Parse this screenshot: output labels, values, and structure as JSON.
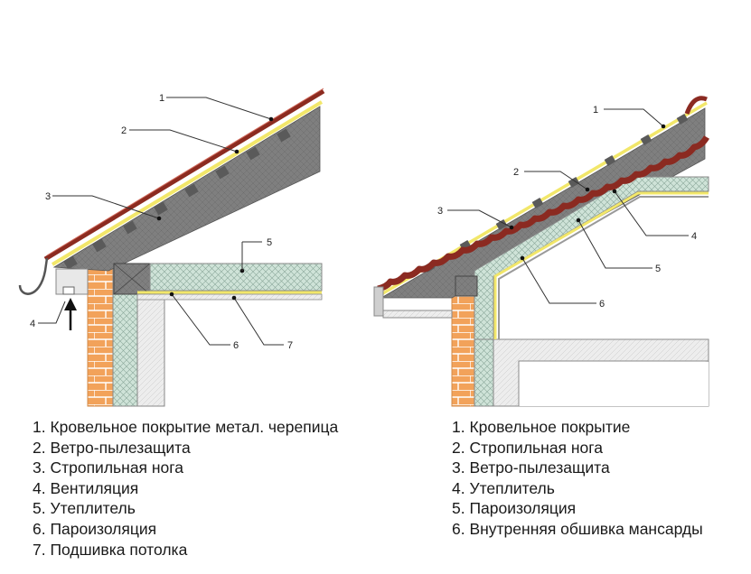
{
  "diagrams": [
    {
      "callouts": [
        "1",
        "2",
        "3",
        "4",
        "5",
        "6",
        "7"
      ],
      "legend": [
        "1. Кровельное покрытие метал. черепица",
        "2. Ветро-пылезащита",
        "3. Стропильная нога",
        "4. Вентиляция",
        "5. Утеплитель",
        "6. Пароизоляция",
        "7. Подшивка потолка"
      ]
    },
    {
      "callouts": [
        "1",
        "2",
        "3",
        "4",
        "5",
        "6"
      ],
      "legend": [
        "1. Кровельное покрытие",
        "2. Стропильная нога",
        "3. Ветро-пылезащита",
        "4. Утеплитель",
        "5. Пароизоляция",
        "6. Внутренняя обшивка мансарды"
      ]
    }
  ],
  "colors": {
    "roofing_left": "#8c2b20",
    "roofing_right": "#8b2a21",
    "membrane": "#f2e76a",
    "rafter": "#7f7f7f",
    "insulation": "#cfe3d8",
    "brick": "#f2a25a",
    "timber": "#9a9a9a",
    "wall_grey": "#e6e6e6",
    "leader": "#333333"
  }
}
